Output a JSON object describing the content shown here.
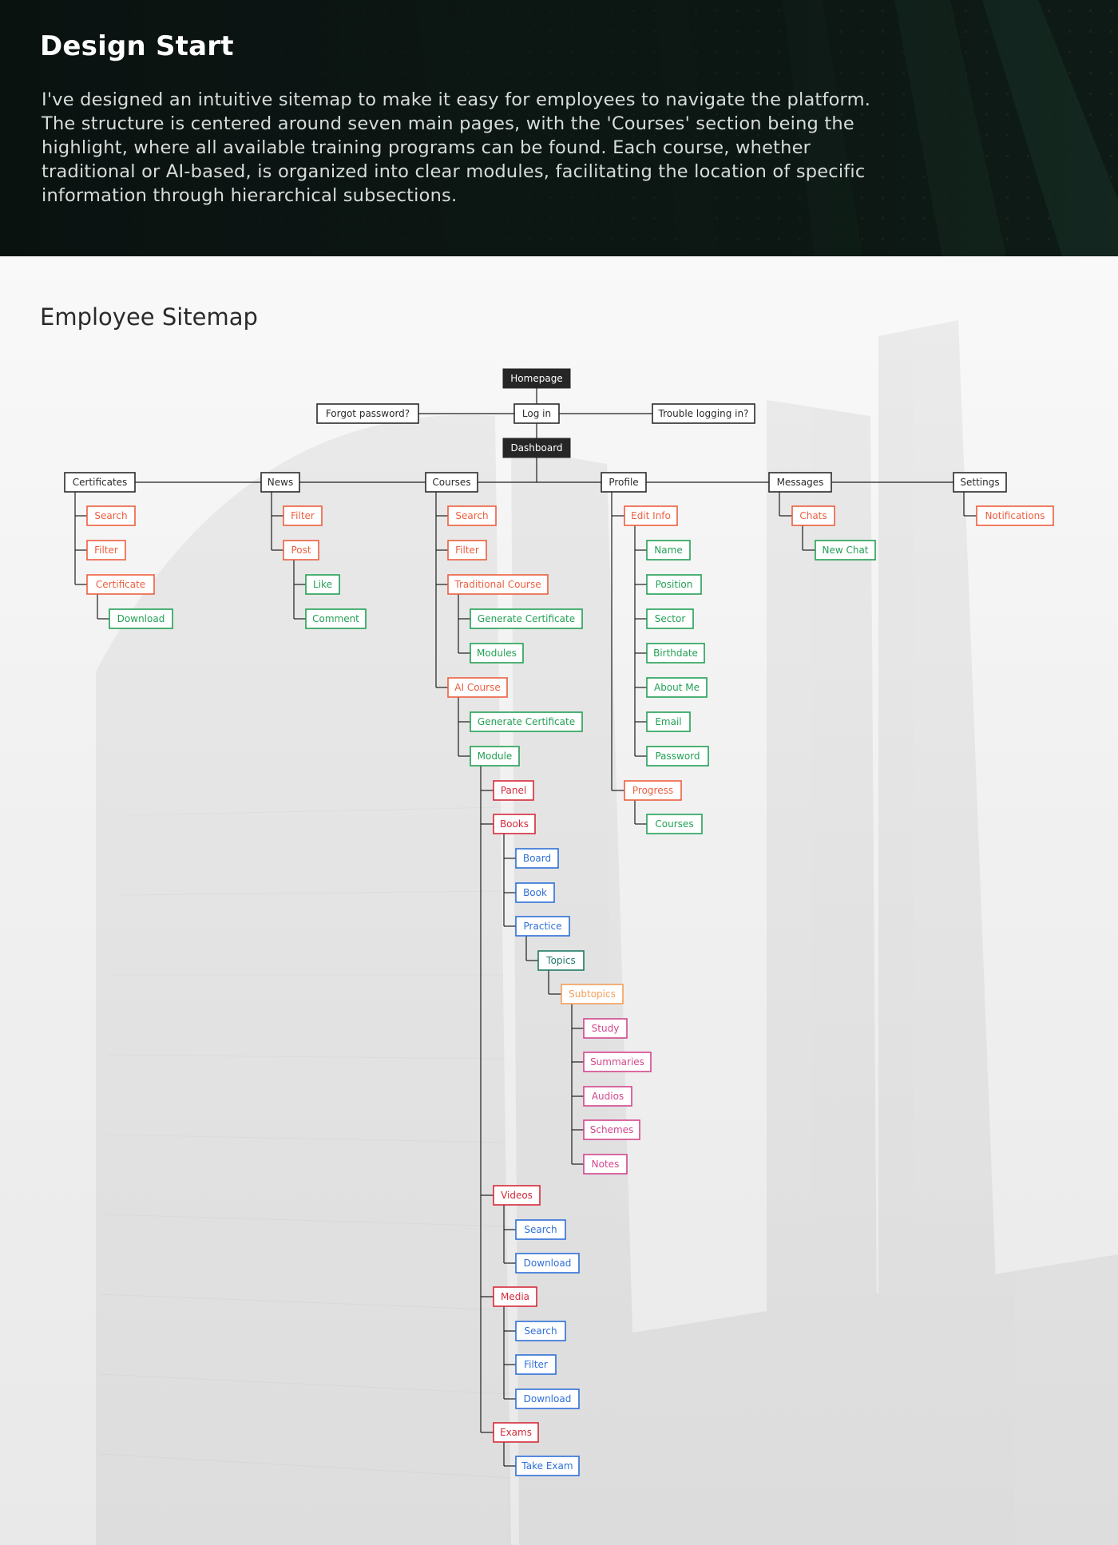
{
  "hero": {
    "title": "Design Start",
    "body": "I've designed an intuitive sitemap to make it easy for employees to navigate the platform. The structure is centered around seven main pages, with the 'Courses' section being the highlight, where all available training programs can be found. Each course, whether traditional or AI-based, is organized into clear modules, facilitating the location of specific information through hierarchical subsections."
  },
  "sitemap": {
    "title": "Employee Sitemap",
    "colors": {
      "dark": "#262626",
      "page": "#2b2b2b",
      "orange": "#ec5f3f",
      "green": "#23a055",
      "red": "#d6293a",
      "blue": "#2f6fd8",
      "teal": "#1f7a66",
      "light_orange": "#f2a05a",
      "pink": "#d2468c"
    },
    "nodes": [
      {
        "id": "homepage",
        "label": "Homepage",
        "style": "dark",
        "parent": null
      },
      {
        "id": "login",
        "label": "Log in",
        "style": "page",
        "parent": "homepage"
      },
      {
        "id": "forgot",
        "label": "Forgot password?",
        "style": "page",
        "parent": "login"
      },
      {
        "id": "trouble",
        "label": "Trouble logging in?",
        "style": "page",
        "parent": "login"
      },
      {
        "id": "dashboard",
        "label": "Dashboard",
        "style": "dark",
        "parent": "login"
      },
      {
        "id": "certificates",
        "label": "Certificates",
        "style": "page",
        "parent": "dashboard"
      },
      {
        "id": "news",
        "label": "News",
        "style": "page",
        "parent": "dashboard"
      },
      {
        "id": "courses",
        "label": "Courses",
        "style": "page",
        "parent": "dashboard"
      },
      {
        "id": "profile",
        "label": "Profile",
        "style": "page",
        "parent": "dashboard"
      },
      {
        "id": "messages",
        "label": "Messages",
        "style": "page",
        "parent": "dashboard"
      },
      {
        "id": "settings",
        "label": "Settings",
        "style": "page",
        "parent": "dashboard"
      },
      {
        "id": "cert-search",
        "label": "Search",
        "style": "orange",
        "parent": "certificates"
      },
      {
        "id": "cert-filter",
        "label": "Filter",
        "style": "orange",
        "parent": "certificates"
      },
      {
        "id": "cert-certificate",
        "label": "Certificate",
        "style": "orange",
        "parent": "certificates"
      },
      {
        "id": "cert-download",
        "label": "Download",
        "style": "green",
        "parent": "cert-certificate"
      },
      {
        "id": "news-filter",
        "label": "Filter",
        "style": "orange",
        "parent": "news"
      },
      {
        "id": "news-post",
        "label": "Post",
        "style": "orange",
        "parent": "news"
      },
      {
        "id": "news-like",
        "label": "Like",
        "style": "green",
        "parent": "news-post"
      },
      {
        "id": "news-comment",
        "label": "Comment",
        "style": "green",
        "parent": "news-post"
      },
      {
        "id": "courses-search",
        "label": "Search",
        "style": "orange",
        "parent": "courses"
      },
      {
        "id": "courses-filter",
        "label": "Filter",
        "style": "orange",
        "parent": "courses"
      },
      {
        "id": "trad-course",
        "label": "Traditional Course",
        "style": "orange",
        "parent": "courses"
      },
      {
        "id": "trad-gen-cert",
        "label": "Generate Certificate",
        "style": "green",
        "parent": "trad-course"
      },
      {
        "id": "trad-modules",
        "label": "Modules",
        "style": "green",
        "parent": "trad-course"
      },
      {
        "id": "ai-course",
        "label": "AI Course",
        "style": "orange",
        "parent": "courses"
      },
      {
        "id": "ai-gen-cert",
        "label": "Generate Certificate",
        "style": "green",
        "parent": "ai-course"
      },
      {
        "id": "ai-module",
        "label": "Module",
        "style": "green",
        "parent": "ai-course"
      },
      {
        "id": "panel",
        "label": "Panel",
        "style": "red",
        "parent": "ai-module"
      },
      {
        "id": "books",
        "label": "Books",
        "style": "red",
        "parent": "ai-module"
      },
      {
        "id": "board",
        "label": "Board",
        "style": "blue",
        "parent": "books"
      },
      {
        "id": "book",
        "label": "Book",
        "style": "blue",
        "parent": "books"
      },
      {
        "id": "practice",
        "label": "Practice",
        "style": "blue",
        "parent": "books"
      },
      {
        "id": "topics",
        "label": "Topics",
        "style": "teal",
        "parent": "practice"
      },
      {
        "id": "subtopics",
        "label": "Subtopics",
        "style": "light_orange",
        "parent": "topics"
      },
      {
        "id": "study",
        "label": "Study",
        "style": "pink",
        "parent": "subtopics"
      },
      {
        "id": "summaries",
        "label": "Summaries",
        "style": "pink",
        "parent": "subtopics"
      },
      {
        "id": "audios",
        "label": "Audios",
        "style": "pink",
        "parent": "subtopics"
      },
      {
        "id": "schemes",
        "label": "Schemes",
        "style": "pink",
        "parent": "subtopics"
      },
      {
        "id": "notes",
        "label": "Notes",
        "style": "pink",
        "parent": "subtopics"
      },
      {
        "id": "videos",
        "label": "Videos",
        "style": "red",
        "parent": "ai-module"
      },
      {
        "id": "videos-search",
        "label": "Search",
        "style": "blue",
        "parent": "videos"
      },
      {
        "id": "videos-download",
        "label": "Download",
        "style": "blue",
        "parent": "videos"
      },
      {
        "id": "media",
        "label": "Media",
        "style": "red",
        "parent": "ai-module"
      },
      {
        "id": "media-search",
        "label": "Search",
        "style": "blue",
        "parent": "media"
      },
      {
        "id": "media-filter",
        "label": "Filter",
        "style": "blue",
        "parent": "media"
      },
      {
        "id": "media-download",
        "label": "Download",
        "style": "blue",
        "parent": "media"
      },
      {
        "id": "exams",
        "label": "Exams",
        "style": "red",
        "parent": "ai-module"
      },
      {
        "id": "take-exam",
        "label": "Take Exam",
        "style": "blue",
        "parent": "exams"
      },
      {
        "id": "edit-info",
        "label": "Edit Info",
        "style": "orange",
        "parent": "profile"
      },
      {
        "id": "name",
        "label": "Name",
        "style": "green",
        "parent": "edit-info"
      },
      {
        "id": "position",
        "label": "Position",
        "style": "green",
        "parent": "edit-info"
      },
      {
        "id": "sector",
        "label": "Sector",
        "style": "green",
        "parent": "edit-info"
      },
      {
        "id": "birthdate",
        "label": "Birthdate",
        "style": "green",
        "parent": "edit-info"
      },
      {
        "id": "about-me",
        "label": "About Me",
        "style": "green",
        "parent": "edit-info"
      },
      {
        "id": "email",
        "label": "Email",
        "style": "green",
        "parent": "edit-info"
      },
      {
        "id": "password",
        "label": "Password",
        "style": "green",
        "parent": "edit-info"
      },
      {
        "id": "progress",
        "label": "Progress",
        "style": "orange",
        "parent": "profile"
      },
      {
        "id": "progress-courses",
        "label": "Courses",
        "style": "green",
        "parent": "progress"
      },
      {
        "id": "chats",
        "label": "Chats",
        "style": "orange",
        "parent": "messages"
      },
      {
        "id": "new-chat",
        "label": "New Chat",
        "style": "green",
        "parent": "chats"
      },
      {
        "id": "notifications",
        "label": "Notifications",
        "style": "orange",
        "parent": "settings"
      }
    ]
  }
}
